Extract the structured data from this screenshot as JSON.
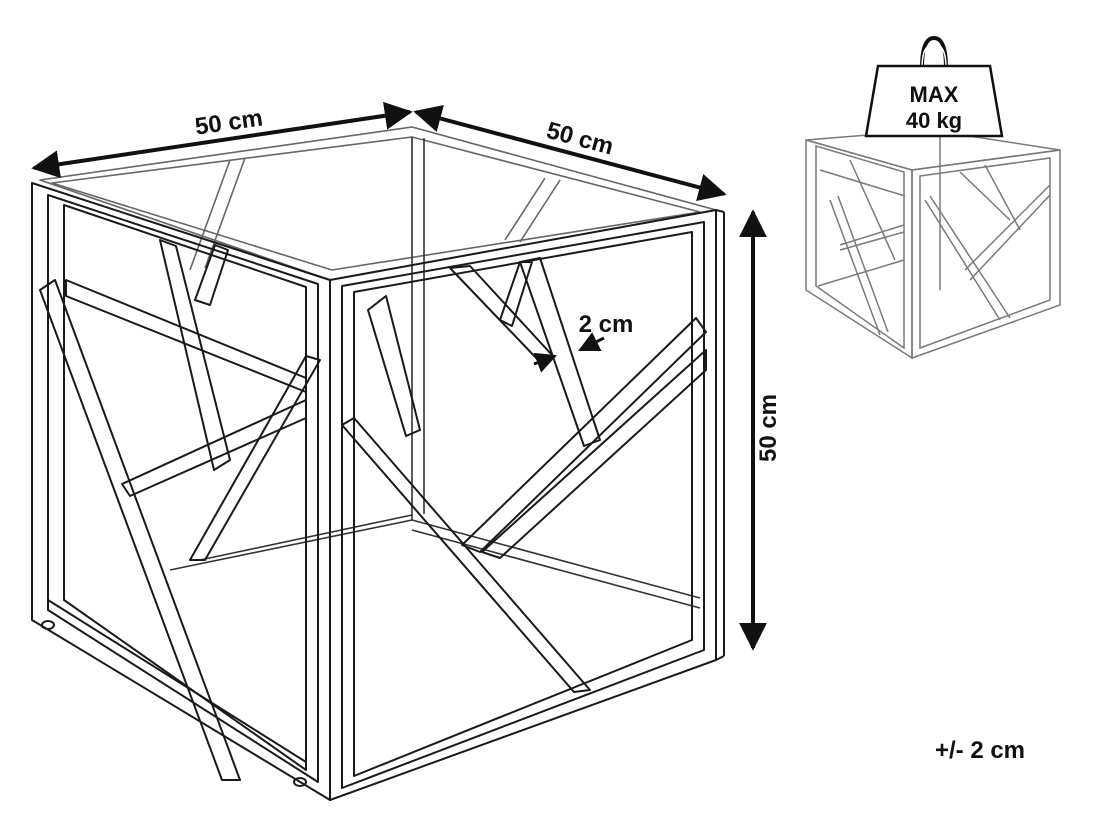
{
  "dimensions": {
    "width_label": "50 cm",
    "depth_label": "50 cm",
    "height_label": "50 cm",
    "tube_label": "2 cm",
    "tolerance_label": "+/- 2 cm"
  },
  "load": {
    "line1": "MAX",
    "line2": "40 kg"
  },
  "colors": {
    "frame_stroke": "#1a1a1a",
    "glass_stroke": "#666666",
    "thumbnail_stroke": "#7a7a7a",
    "arrow": "#111111"
  }
}
